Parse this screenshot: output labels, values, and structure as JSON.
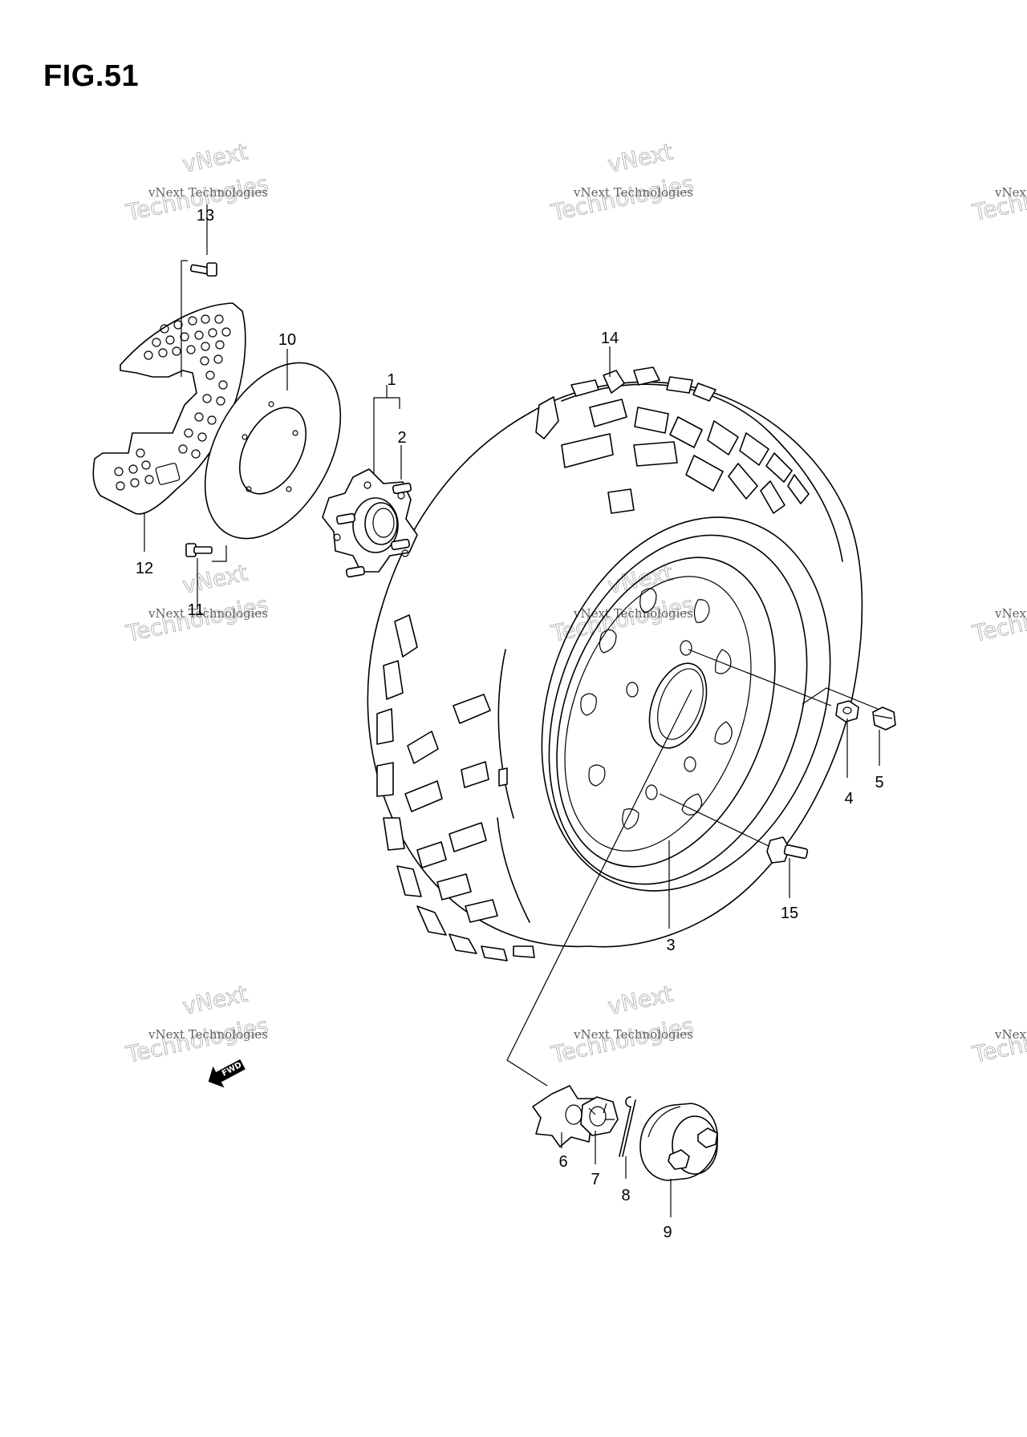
{
  "figure": {
    "title": "FIG.51"
  },
  "watermark": {
    "line1": "vNext",
    "line2": "Technologies",
    "caption": "vNext Technologies"
  },
  "fwd_badge": "FWD",
  "callouts": [
    {
      "id": "1",
      "label": "1"
    },
    {
      "id": "2",
      "label": "2"
    },
    {
      "id": "3",
      "label": "3"
    },
    {
      "id": "4",
      "label": "4"
    },
    {
      "id": "5",
      "label": "5"
    },
    {
      "id": "6",
      "label": "6"
    },
    {
      "id": "7",
      "label": "7"
    },
    {
      "id": "8",
      "label": "8"
    },
    {
      "id": "9",
      "label": "9"
    },
    {
      "id": "10",
      "label": "10"
    },
    {
      "id": "11",
      "label": "11"
    },
    {
      "id": "12",
      "label": "12"
    },
    {
      "id": "13",
      "label": "13"
    },
    {
      "id": "14",
      "label": "14"
    },
    {
      "id": "15",
      "label": "15"
    }
  ]
}
